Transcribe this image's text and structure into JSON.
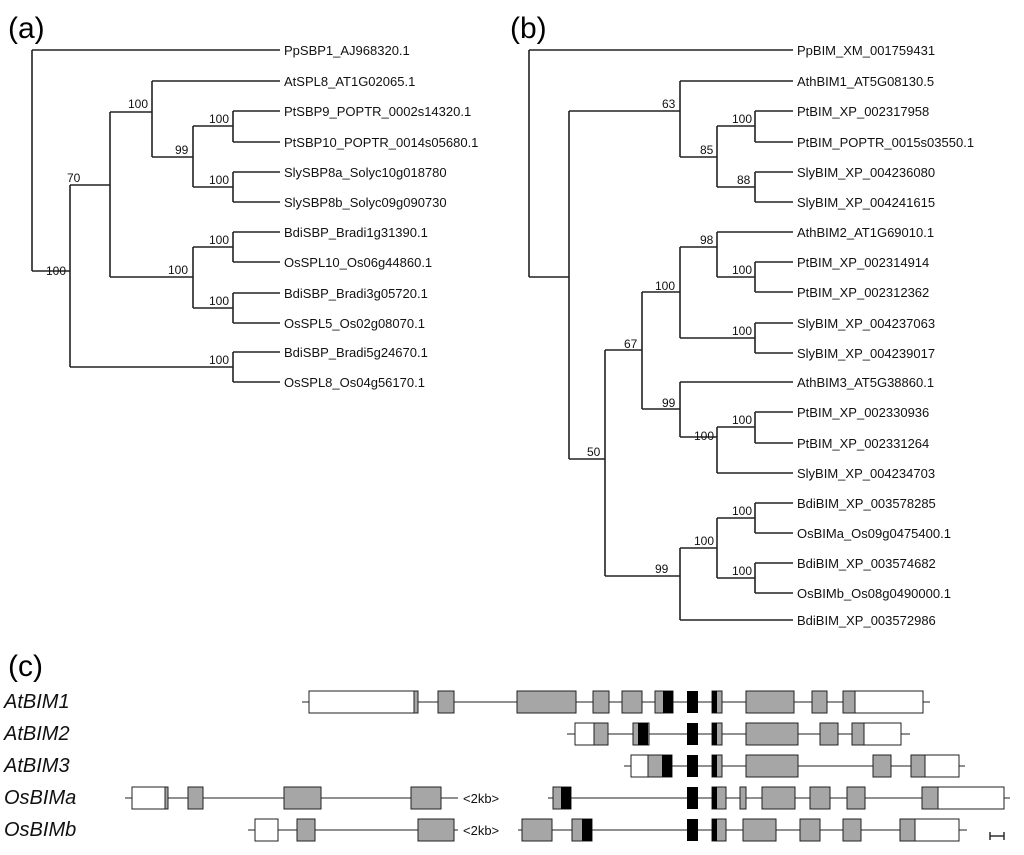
{
  "panels": {
    "a": "(a)",
    "b": "(b)",
    "c": "(c)"
  },
  "tree_a": {
    "leaves": [
      "PpSBP1_AJ968320.1",
      "AtSPL8_AT1G02065.1",
      "PtSBP9_POPTR_0002s14320.1",
      "PtSBP10_POPTR_0014s05680.1",
      "SlySBP8a_Solyc10g018780",
      "SlySBP8b_Solyc09g090730",
      "BdiSBP_Bradi1g31390.1",
      "OsSPL10_Os06g44860.1",
      "BdiSBP_Bradi3g05720.1",
      "OsSPL5_Os02g08070.1",
      "BdiSBP_Bradi5g24670.1",
      "OsSPL8_Os04g56170.1"
    ],
    "bootstrap": [
      "100",
      "99",
      "100",
      "100",
      "70",
      "100",
      "100",
      "100",
      "100",
      "100"
    ]
  },
  "tree_b": {
    "leaves": [
      "PpBIM_XM_001759431",
      "AthBIM1_AT5G08130.5",
      "PtBIM_XP_002317958",
      "PtBIM_POPTR_0015s03550.1",
      "SlyBIM_XP_004236080",
      "SlyBIM_XP_004241615",
      "AthBIM2_AT1G69010.1",
      "PtBIM_XP_002314914",
      "PtBIM_XP_002312362",
      "SlyBIM_XP_004237063",
      "SlyBIM_XP_004239017",
      "AthBIM3_AT5G38860.1",
      "PtBIM_XP_002330936",
      "PtBIM_XP_002331264",
      "SlyBIM_XP_004234703",
      "BdiBIM_XP_003578285",
      "OsBIMa_Os09g0475400.1",
      "BdiBIM_XP_003574682",
      "OsBIMb_Os08g0490000.1",
      "BdiBIM_XP_003572986"
    ],
    "bootstrap": [
      "63",
      "100",
      "88",
      "85",
      "98",
      "100",
      "100",
      "100",
      "100",
      "99",
      "100",
      "67",
      "100",
      "100",
      "100",
      "99",
      "50"
    ]
  },
  "gene_structures": {
    "genes": [
      "AtBIM1",
      "AtBIM2",
      "AtBIM3",
      "OsBIMa",
      "OsBIMb"
    ],
    "gap_label": "<2kb>",
    "colors": {
      "utr": "#ffffff",
      "exon": "#a6a6a6",
      "domain": "#000000"
    }
  }
}
